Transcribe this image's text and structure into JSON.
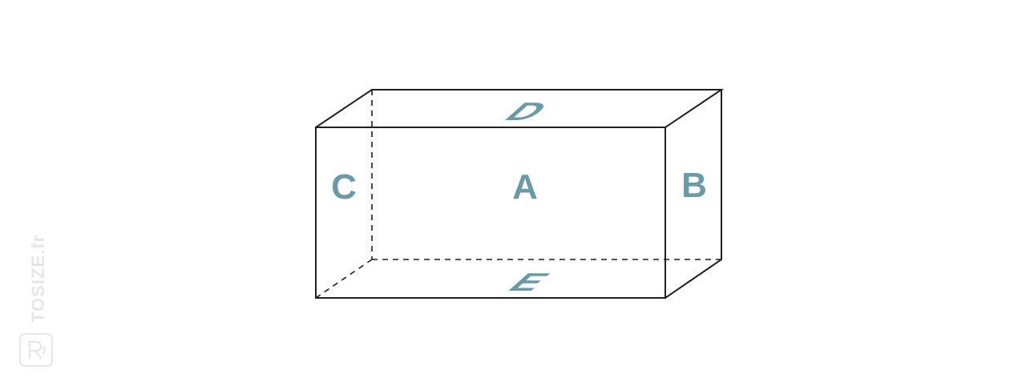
{
  "faces": {
    "front": "A",
    "right": "B",
    "left": "C",
    "top": "D",
    "bottom": "E"
  },
  "colors": {
    "label": "#6a9aa8",
    "edge": "#1f1f1f",
    "watermark": "#e6e6e6"
  },
  "watermark": {
    "text": "TOSIZE.fr",
    "logo": "tosize-logo-icon"
  }
}
